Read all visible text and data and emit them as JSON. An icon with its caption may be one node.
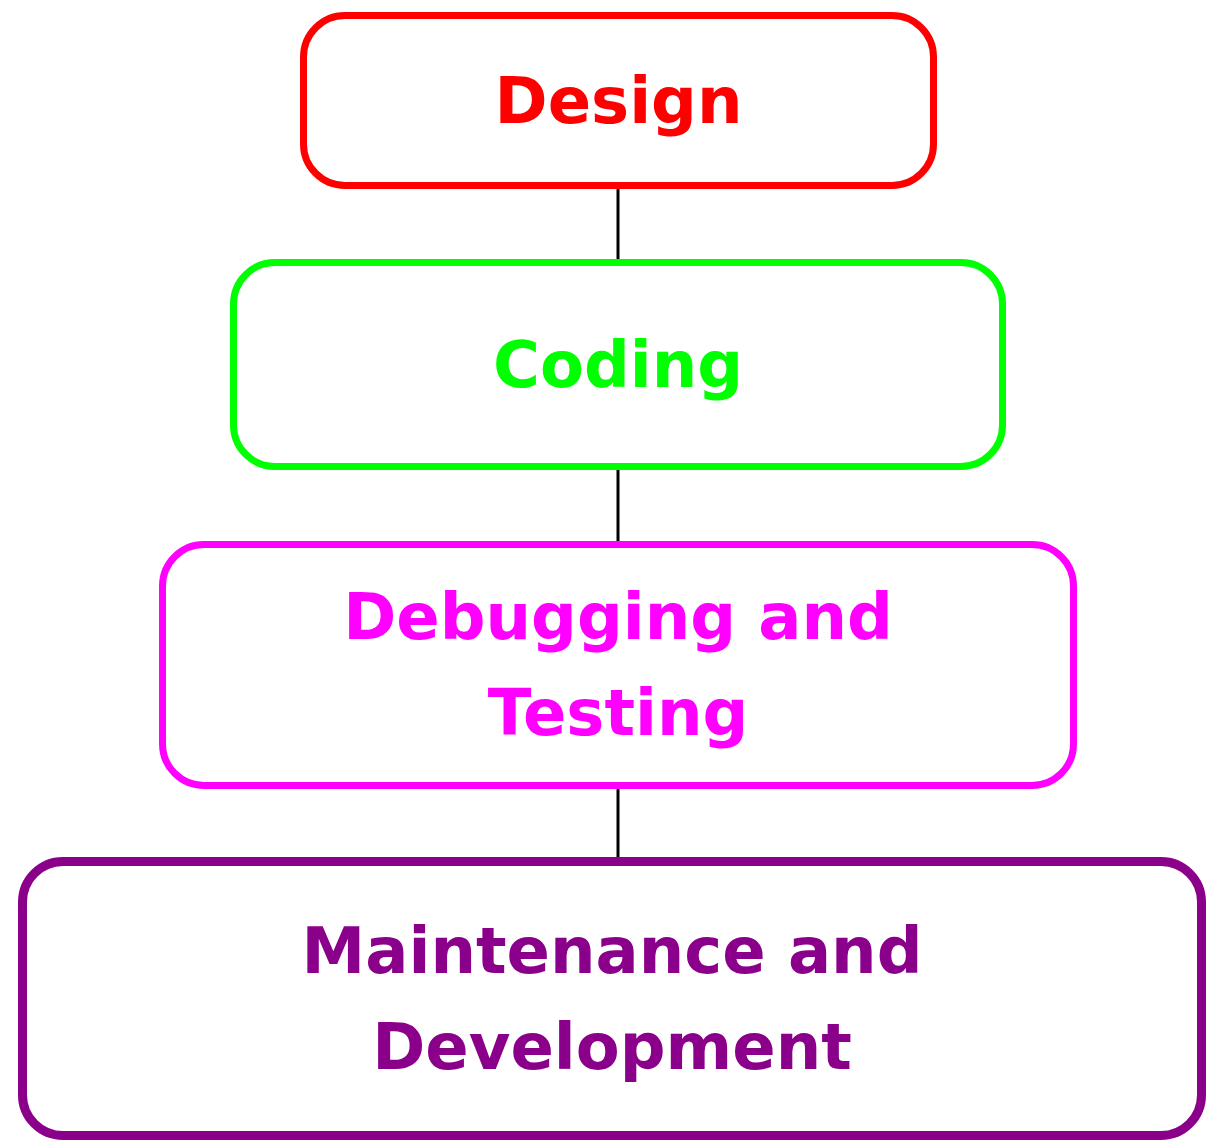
{
  "diagram": {
    "nodes": [
      {
        "text": [
          "Design"
        ]
      },
      {
        "text": [
          "Coding"
        ]
      },
      {
        "text": [
          "Debugging and Testing"
        ]
      },
      {
        "text": [
          "Maintenance and Development"
        ]
      }
    ],
    "edges": [
      {
        "from": 0,
        "to": 1,
        "arrow": "none"
      },
      {
        "from": 1,
        "to": 2,
        "arrow": "none"
      },
      {
        "from": 2,
        "to": 3,
        "arrow": "none"
      }
    ]
  }
}
